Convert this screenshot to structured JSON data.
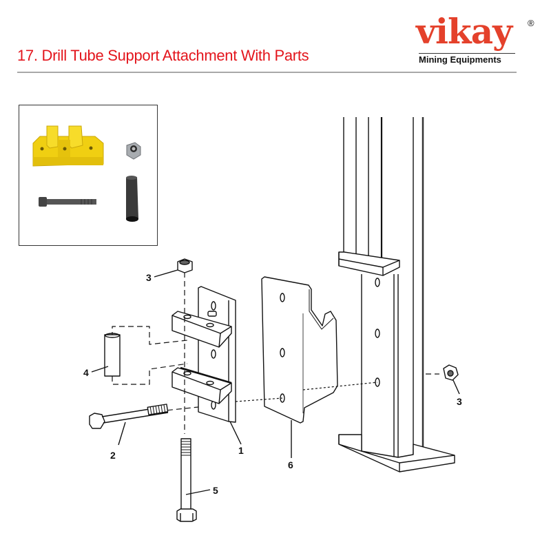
{
  "header": {
    "title": "17. Drill Tube Support Attachment With Parts",
    "title_color": "#e3151c"
  },
  "logo": {
    "brand": "vikay",
    "registered": "®",
    "tagline": "Mining Equipments",
    "brand_color": "#e4412b"
  },
  "photo_inset": {
    "items": [
      {
        "name": "yellow-support-block",
        "color": "#f2d21b"
      },
      {
        "name": "lock-nut",
        "color": "#9a9ea3"
      },
      {
        "name": "hex-bolt",
        "color": "#4a4a4a"
      },
      {
        "name": "sleeve-tube",
        "color": "#2e2e2e"
      }
    ]
  },
  "callouts": [
    {
      "number": "1",
      "part": "Support bracket"
    },
    {
      "number": "2",
      "part": "Hex bolt (horizontal)"
    },
    {
      "number": "3",
      "part": "Lock nut (top)"
    },
    {
      "number": "3",
      "part": "Lock nut (right)"
    },
    {
      "number": "4",
      "part": "Sleeve"
    },
    {
      "number": "5",
      "part": "Hex bolt (vertical)"
    },
    {
      "number": "6",
      "part": "Mounting plate"
    }
  ]
}
